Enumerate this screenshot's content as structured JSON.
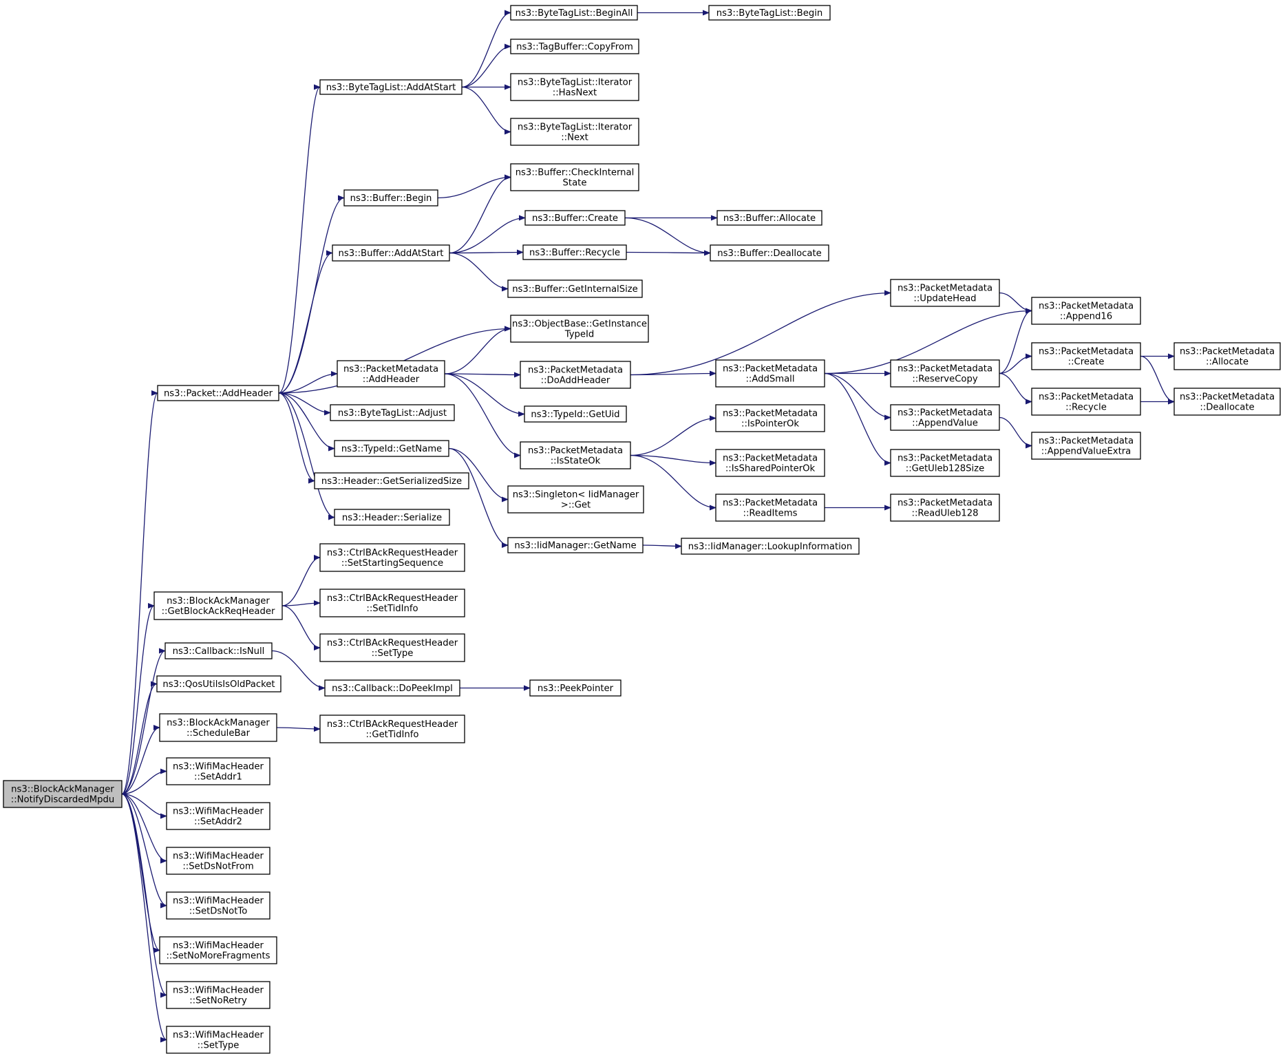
{
  "diagram": {
    "type": "call-graph",
    "root": "n_root",
    "colors": {
      "edge": "#191970",
      "node_border": "#000000",
      "node_fill": "#ffffff",
      "root_fill": "#bfbfbf"
    },
    "nodes": [
      {
        "id": "n_root",
        "lines": [
          "ns3::BlockAckManager",
          "::NotifyDiscardedMpdu"
        ]
      },
      {
        "id": "n_btl_beginall",
        "lines": [
          "ns3::ByteTagList::BeginAll"
        ]
      },
      {
        "id": "n_btl_begin",
        "lines": [
          "ns3::ByteTagList::Begin"
        ]
      },
      {
        "id": "n_tb_copyfrom",
        "lines": [
          "ns3::TagBuffer::CopyFrom"
        ]
      },
      {
        "id": "n_btl_addatstart",
        "lines": [
          "ns3::ByteTagList::AddAtStart"
        ]
      },
      {
        "id": "n_btl_hasnext",
        "lines": [
          "ns3::ByteTagList::Iterator",
          "::HasNext"
        ]
      },
      {
        "id": "n_btl_next",
        "lines": [
          "ns3::ByteTagList::Iterator",
          "::Next"
        ]
      },
      {
        "id": "n_buf_check",
        "lines": [
          "ns3::Buffer::CheckInternal",
          "State"
        ]
      },
      {
        "id": "n_buf_begin",
        "lines": [
          "ns3::Buffer::Begin"
        ]
      },
      {
        "id": "n_buf_create",
        "lines": [
          "ns3::Buffer::Create"
        ]
      },
      {
        "id": "n_buf_allocate",
        "lines": [
          "ns3::Buffer::Allocate"
        ]
      },
      {
        "id": "n_buf_addatstart",
        "lines": [
          "ns3::Buffer::AddAtStart"
        ]
      },
      {
        "id": "n_buf_recycle",
        "lines": [
          "ns3::Buffer::Recycle"
        ]
      },
      {
        "id": "n_buf_dealloc",
        "lines": [
          "ns3::Buffer::Deallocate"
        ]
      },
      {
        "id": "n_buf_getsize",
        "lines": [
          "ns3::Buffer::GetInternalSize"
        ]
      },
      {
        "id": "n_pm_updatehead",
        "lines": [
          "ns3::PacketMetadata",
          "::UpdateHead"
        ]
      },
      {
        "id": "n_pm_append16",
        "lines": [
          "ns3::PacketMetadata",
          "::Append16"
        ]
      },
      {
        "id": "n_ob_gettypeid",
        "lines": [
          "ns3::ObjectBase::GetInstance",
          "TypeId"
        ]
      },
      {
        "id": "n_pm_create",
        "lines": [
          "ns3::PacketMetadata",
          "::Create"
        ]
      },
      {
        "id": "n_pm_allocate",
        "lines": [
          "ns3::PacketMetadata",
          "::Allocate"
        ]
      },
      {
        "id": "n_pm_addheader",
        "lines": [
          "ns3::PacketMetadata",
          "::AddHeader"
        ]
      },
      {
        "id": "n_pm_doaddheader",
        "lines": [
          "ns3::PacketMetadata",
          "::DoAddHeader"
        ]
      },
      {
        "id": "n_pm_addsmall",
        "lines": [
          "ns3::PacketMetadata",
          "::AddSmall"
        ]
      },
      {
        "id": "n_pm_reservecopy",
        "lines": [
          "ns3::PacketMetadata",
          "::ReserveCopy"
        ]
      },
      {
        "id": "n_pkt_addheader",
        "lines": [
          "ns3::Packet::AddHeader"
        ]
      },
      {
        "id": "n_pm_recycle",
        "lines": [
          "ns3::PacketMetadata",
          "::Recycle"
        ]
      },
      {
        "id": "n_pm_dealloc",
        "lines": [
          "ns3::PacketMetadata",
          "::Deallocate"
        ]
      },
      {
        "id": "n_btl_adjust",
        "lines": [
          "ns3::ByteTagList::Adjust"
        ]
      },
      {
        "id": "n_tid_getuid",
        "lines": [
          "ns3::TypeId::GetUid"
        ]
      },
      {
        "id": "n_pm_appendvalue",
        "lines": [
          "ns3::PacketMetadata",
          "::AppendValue"
        ]
      },
      {
        "id": "n_pm_ispointerok",
        "lines": [
          "ns3::PacketMetadata",
          "::IsPointerOk"
        ]
      },
      {
        "id": "n_pm_appendvalueextra",
        "lines": [
          "ns3::PacketMetadata",
          "::AppendValueExtra"
        ]
      },
      {
        "id": "n_tid_getname",
        "lines": [
          "ns3::TypeId::GetName"
        ]
      },
      {
        "id": "n_pm_isstateok",
        "lines": [
          "ns3::PacketMetadata",
          "::IsStateOk"
        ]
      },
      {
        "id": "n_pm_issharedptrok",
        "lines": [
          "ns3::PacketMetadata",
          "::IsSharedPointerOk"
        ]
      },
      {
        "id": "n_pm_getuleb",
        "lines": [
          "ns3::PacketMetadata",
          "::GetUleb128Size"
        ]
      },
      {
        "id": "n_hdr_getsersize",
        "lines": [
          "ns3::Header::GetSerializedSize"
        ]
      },
      {
        "id": "n_singleton_get",
        "lines": [
          "ns3::Singleton< IidManager",
          ">::Get"
        ]
      },
      {
        "id": "n_pm_readitems",
        "lines": [
          "ns3::PacketMetadata",
          "::ReadItems"
        ]
      },
      {
        "id": "n_pm_readuleb",
        "lines": [
          "ns3::PacketMetadata",
          "::ReadUleb128"
        ]
      },
      {
        "id": "n_hdr_serialize",
        "lines": [
          "ns3::Header::Serialize"
        ]
      },
      {
        "id": "n_iid_getname",
        "lines": [
          "ns3::IidManager::GetName"
        ]
      },
      {
        "id": "n_iid_lookup",
        "lines": [
          "ns3::IidManager::LookupInformation"
        ]
      },
      {
        "id": "n_bar_setstartseq",
        "lines": [
          "ns3::CtrlBAckRequestHeader",
          "::SetStartingSequence"
        ]
      },
      {
        "id": "n_bam_getbar",
        "lines": [
          "ns3::BlockAckManager",
          "::GetBlockAckReqHeader"
        ]
      },
      {
        "id": "n_bar_settidinfo",
        "lines": [
          "ns3::CtrlBAckRequestHeader",
          "::SetTidInfo"
        ]
      },
      {
        "id": "n_bar_settype",
        "lines": [
          "ns3::CtrlBAckRequestHeader",
          "::SetType"
        ]
      },
      {
        "id": "n_cb_isnull",
        "lines": [
          "ns3::Callback::IsNull"
        ]
      },
      {
        "id": "n_cb_dopeek",
        "lines": [
          "ns3::Callback::DoPeekImpl"
        ]
      },
      {
        "id": "n_peekpointer",
        "lines": [
          "ns3::PeekPointer"
        ]
      },
      {
        "id": "n_qos_isold",
        "lines": [
          "ns3::QosUtilsIsOldPacket"
        ]
      },
      {
        "id": "n_bam_schedulebar",
        "lines": [
          "ns3::BlockAckManager",
          "::ScheduleBar"
        ]
      },
      {
        "id": "n_bar_gettidinfo",
        "lines": [
          "ns3::CtrlBAckRequestHeader",
          "::GetTidInfo"
        ]
      },
      {
        "id": "n_wmh_setaddr1",
        "lines": [
          "ns3::WifiMacHeader",
          "::SetAddr1"
        ]
      },
      {
        "id": "n_wmh_setaddr2",
        "lines": [
          "ns3::WifiMacHeader",
          "::SetAddr2"
        ]
      },
      {
        "id": "n_wmh_setdsnotfrom",
        "lines": [
          "ns3::WifiMacHeader",
          "::SetDsNotFrom"
        ]
      },
      {
        "id": "n_wmh_setdsnotto",
        "lines": [
          "ns3::WifiMacHeader",
          "::SetDsNotTo"
        ]
      },
      {
        "id": "n_wmh_setnomorefrag",
        "lines": [
          "ns3::WifiMacHeader",
          "::SetNoMoreFragments"
        ]
      },
      {
        "id": "n_wmh_setnoretry",
        "lines": [
          "ns3::WifiMacHeader",
          "::SetNoRetry"
        ]
      },
      {
        "id": "n_wmh_settype",
        "lines": [
          "ns3::WifiMacHeader",
          "::SetType"
        ]
      }
    ],
    "edges": [
      [
        "n_root",
        "n_pkt_addheader"
      ],
      [
        "n_root",
        "n_bam_getbar"
      ],
      [
        "n_root",
        "n_cb_isnull"
      ],
      [
        "n_root",
        "n_qos_isold"
      ],
      [
        "n_root",
        "n_bam_schedulebar"
      ],
      [
        "n_root",
        "n_wmh_setaddr1"
      ],
      [
        "n_root",
        "n_wmh_setaddr2"
      ],
      [
        "n_root",
        "n_wmh_setdsnotfrom"
      ],
      [
        "n_root",
        "n_wmh_setdsnotto"
      ],
      [
        "n_root",
        "n_wmh_setnomorefrag"
      ],
      [
        "n_root",
        "n_wmh_setnoretry"
      ],
      [
        "n_root",
        "n_wmh_settype"
      ],
      [
        "n_pkt_addheader",
        "n_btl_addatstart"
      ],
      [
        "n_pkt_addheader",
        "n_buf_begin"
      ],
      [
        "n_pkt_addheader",
        "n_buf_addatstart"
      ],
      [
        "n_pkt_addheader",
        "n_ob_gettypeid"
      ],
      [
        "n_pkt_addheader",
        "n_pm_addheader"
      ],
      [
        "n_pkt_addheader",
        "n_btl_adjust"
      ],
      [
        "n_pkt_addheader",
        "n_tid_getname"
      ],
      [
        "n_pkt_addheader",
        "n_hdr_getsersize"
      ],
      [
        "n_pkt_addheader",
        "n_hdr_serialize"
      ],
      [
        "n_btl_addatstart",
        "n_btl_beginall"
      ],
      [
        "n_btl_addatstart",
        "n_tb_copyfrom"
      ],
      [
        "n_btl_addatstart",
        "n_btl_hasnext"
      ],
      [
        "n_btl_addatstart",
        "n_btl_next"
      ],
      [
        "n_btl_beginall",
        "n_btl_begin"
      ],
      [
        "n_buf_begin",
        "n_buf_check"
      ],
      [
        "n_buf_addatstart",
        "n_buf_check"
      ],
      [
        "n_buf_addatstart",
        "n_buf_create"
      ],
      [
        "n_buf_addatstart",
        "n_buf_recycle"
      ],
      [
        "n_buf_addatstart",
        "n_buf_getsize"
      ],
      [
        "n_buf_create",
        "n_buf_allocate"
      ],
      [
        "n_buf_create",
        "n_buf_dealloc"
      ],
      [
        "n_buf_recycle",
        "n_buf_dealloc"
      ],
      [
        "n_pm_addheader",
        "n_ob_gettypeid"
      ],
      [
        "n_pm_addheader",
        "n_pm_doaddheader"
      ],
      [
        "n_pm_addheader",
        "n_tid_getuid"
      ],
      [
        "n_pm_addheader",
        "n_pm_isstateok"
      ],
      [
        "n_pm_doaddheader",
        "n_pm_updatehead"
      ],
      [
        "n_pm_doaddheader",
        "n_pm_addsmall"
      ],
      [
        "n_pm_updatehead",
        "n_pm_append16"
      ],
      [
        "n_pm_addsmall",
        "n_pm_append16"
      ],
      [
        "n_pm_addsmall",
        "n_pm_reservecopy"
      ],
      [
        "n_pm_addsmall",
        "n_pm_appendvalue"
      ],
      [
        "n_pm_addsmall",
        "n_pm_getuleb"
      ],
      [
        "n_pm_reservecopy",
        "n_pm_append16"
      ],
      [
        "n_pm_reservecopy",
        "n_pm_create"
      ],
      [
        "n_pm_reservecopy",
        "n_pm_recycle"
      ],
      [
        "n_pm_create",
        "n_pm_allocate"
      ],
      [
        "n_pm_create",
        "n_pm_dealloc"
      ],
      [
        "n_pm_recycle",
        "n_pm_dealloc"
      ],
      [
        "n_pm_appendvalue",
        "n_pm_appendvalueextra"
      ],
      [
        "n_pm_isstateok",
        "n_pm_ispointerok"
      ],
      [
        "n_pm_isstateok",
        "n_pm_issharedptrok"
      ],
      [
        "n_pm_isstateok",
        "n_pm_readitems"
      ],
      [
        "n_pm_readitems",
        "n_pm_readuleb"
      ],
      [
        "n_tid_getname",
        "n_singleton_get"
      ],
      [
        "n_tid_getname",
        "n_iid_getname"
      ],
      [
        "n_iid_getname",
        "n_iid_lookup"
      ],
      [
        "n_bam_getbar",
        "n_bar_setstartseq"
      ],
      [
        "n_bam_getbar",
        "n_bar_settidinfo"
      ],
      [
        "n_bam_getbar",
        "n_bar_settype"
      ],
      [
        "n_cb_isnull",
        "n_cb_dopeek"
      ],
      [
        "n_cb_dopeek",
        "n_peekpointer"
      ],
      [
        "n_bam_schedulebar",
        "n_bar_gettidinfo"
      ]
    ]
  }
}
